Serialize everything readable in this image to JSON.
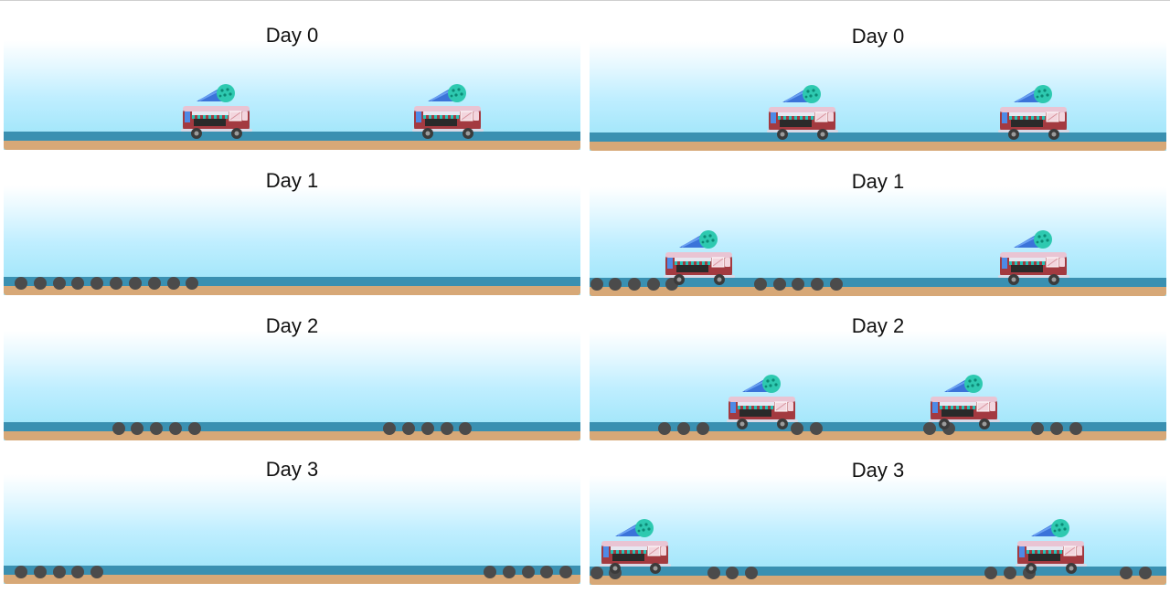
{
  "panels": [
    {
      "label": "Day 0",
      "trucks": [
        0.37,
        0.77
      ],
      "dots": []
    },
    {
      "label": "Day 0",
      "trucks": [
        0.37,
        0.77
      ],
      "dots": []
    },
    {
      "label": "Day 1",
      "trucks": [],
      "dots": [
        0.03,
        0.063,
        0.096,
        0.129,
        0.162,
        0.195,
        0.228,
        0.261,
        0.294,
        0.327
      ]
    },
    {
      "label": "Day 1",
      "trucks": [
        0.19,
        0.77
      ],
      "dots": [
        0.012,
        0.045,
        0.078,
        0.111,
        0.143,
        0.296,
        0.329,
        0.362,
        0.395,
        0.428
      ]
    },
    {
      "label": "Day 2",
      "trucks": [],
      "dots": [
        0.199,
        0.232,
        0.265,
        0.298,
        0.331,
        0.669,
        0.702,
        0.735,
        0.768,
        0.801
      ]
    },
    {
      "label": "Day 2",
      "trucks": [
        0.3,
        0.65
      ],
      "dots": [
        0.13,
        0.163,
        0.196,
        0.36,
        0.393,
        0.59,
        0.623,
        0.777,
        0.81,
        0.843
      ]
    },
    {
      "label": "Day 3",
      "trucks": [],
      "dots": [
        0.03,
        0.063,
        0.096,
        0.129,
        0.162,
        0.843,
        0.876,
        0.909,
        0.942,
        0.975
      ]
    },
    {
      "label": "Day 3",
      "trucks": [
        0.08,
        0.8
      ],
      "dots": [
        0.012,
        0.045,
        0.215,
        0.248,
        0.281,
        0.696,
        0.729,
        0.762,
        0.93,
        0.963
      ]
    }
  ]
}
